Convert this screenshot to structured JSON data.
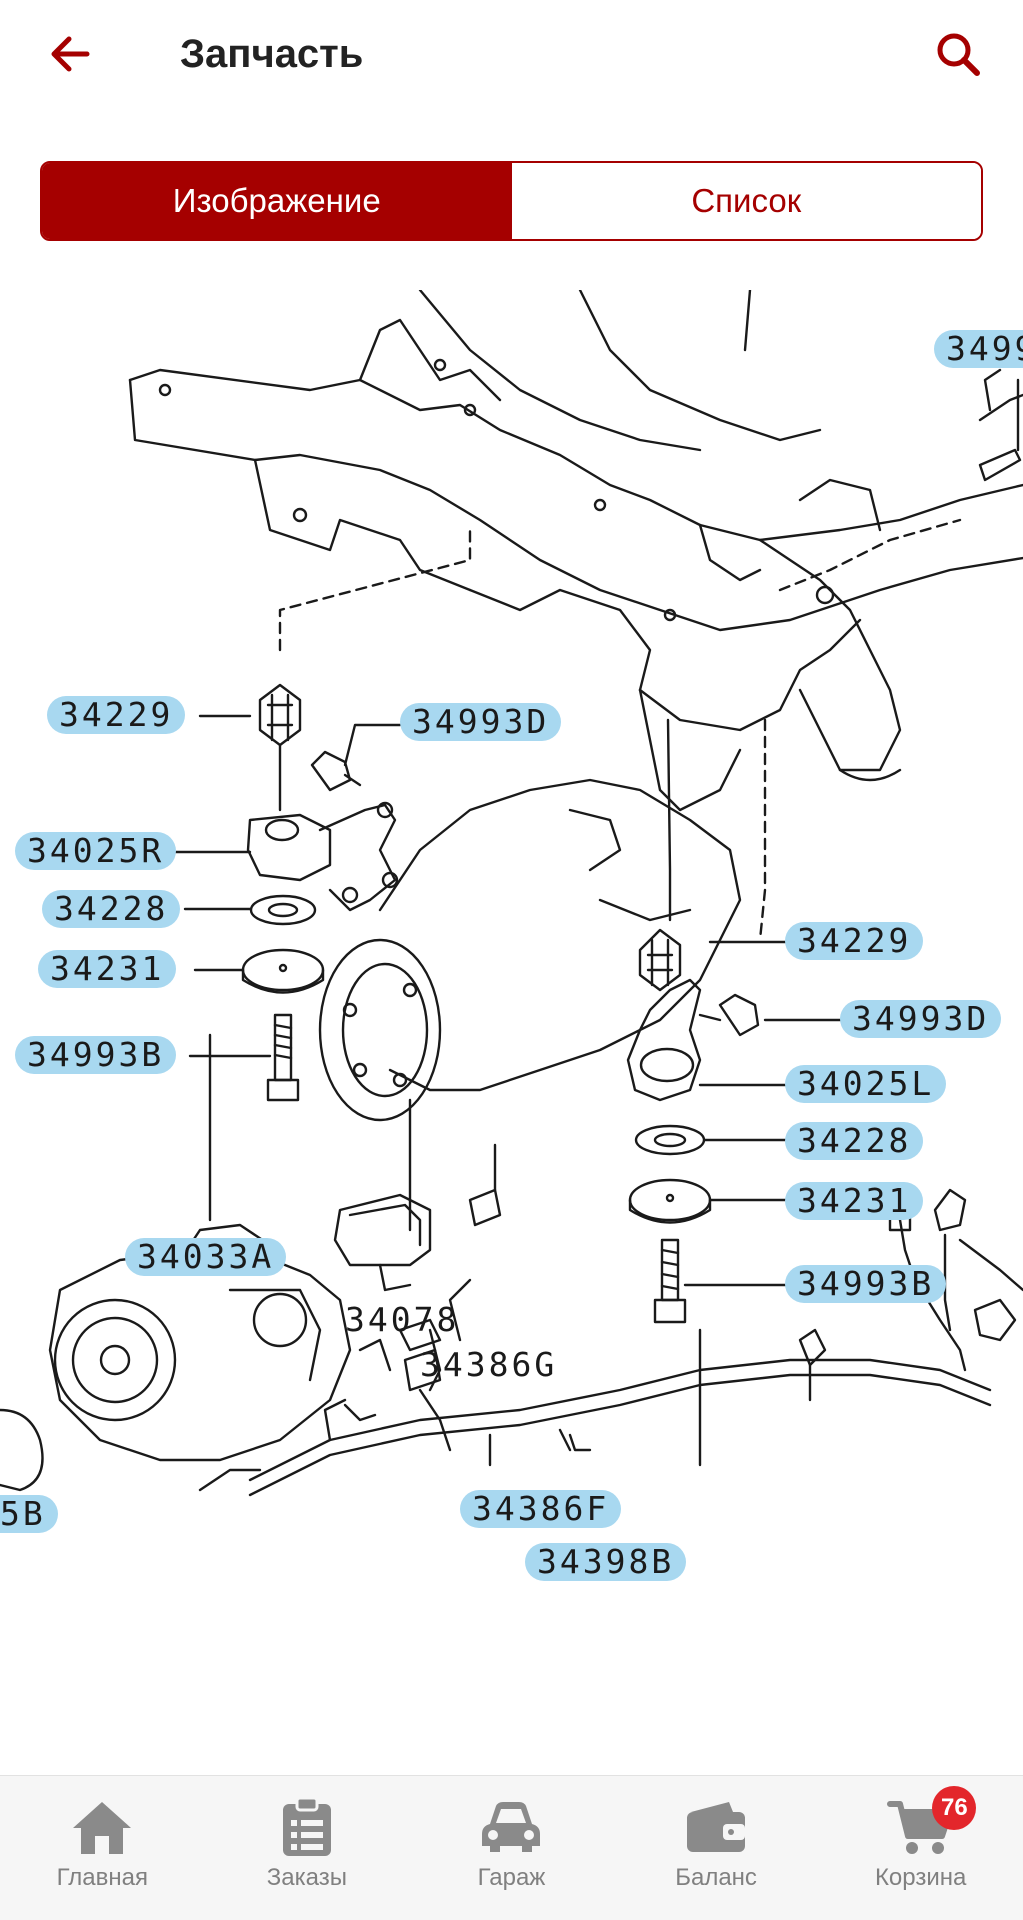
{
  "header": {
    "title": "Запчасть",
    "back_icon": "arrow-left-icon",
    "search_icon": "search-icon",
    "accent": "#a50000"
  },
  "view_toggle": {
    "image_label": "Изображение",
    "list_label": "Список",
    "selected": "Изображение"
  },
  "diagram": {
    "callouts": [
      "3499",
      "34229",
      "34993D",
      "34025R",
      "34228",
      "34231",
      "34993B",
      "34229",
      "34993D",
      "34025L",
      "34228",
      "34231",
      "34993B",
      "34033A",
      "34386F",
      "34398B",
      "5B"
    ],
    "plain_labels": [
      "34078",
      "34386G"
    ],
    "highlight_color": "#a8d8f0"
  },
  "bottom_nav": {
    "items": [
      {
        "label": "Главная",
        "icon": "home-icon"
      },
      {
        "label": "Заказы",
        "icon": "orders-icon"
      },
      {
        "label": "Гараж",
        "icon": "car-icon"
      },
      {
        "label": "Баланс",
        "icon": "wallet-icon"
      },
      {
        "label": "Корзина",
        "icon": "cart-icon",
        "badge": "76"
      }
    ]
  }
}
